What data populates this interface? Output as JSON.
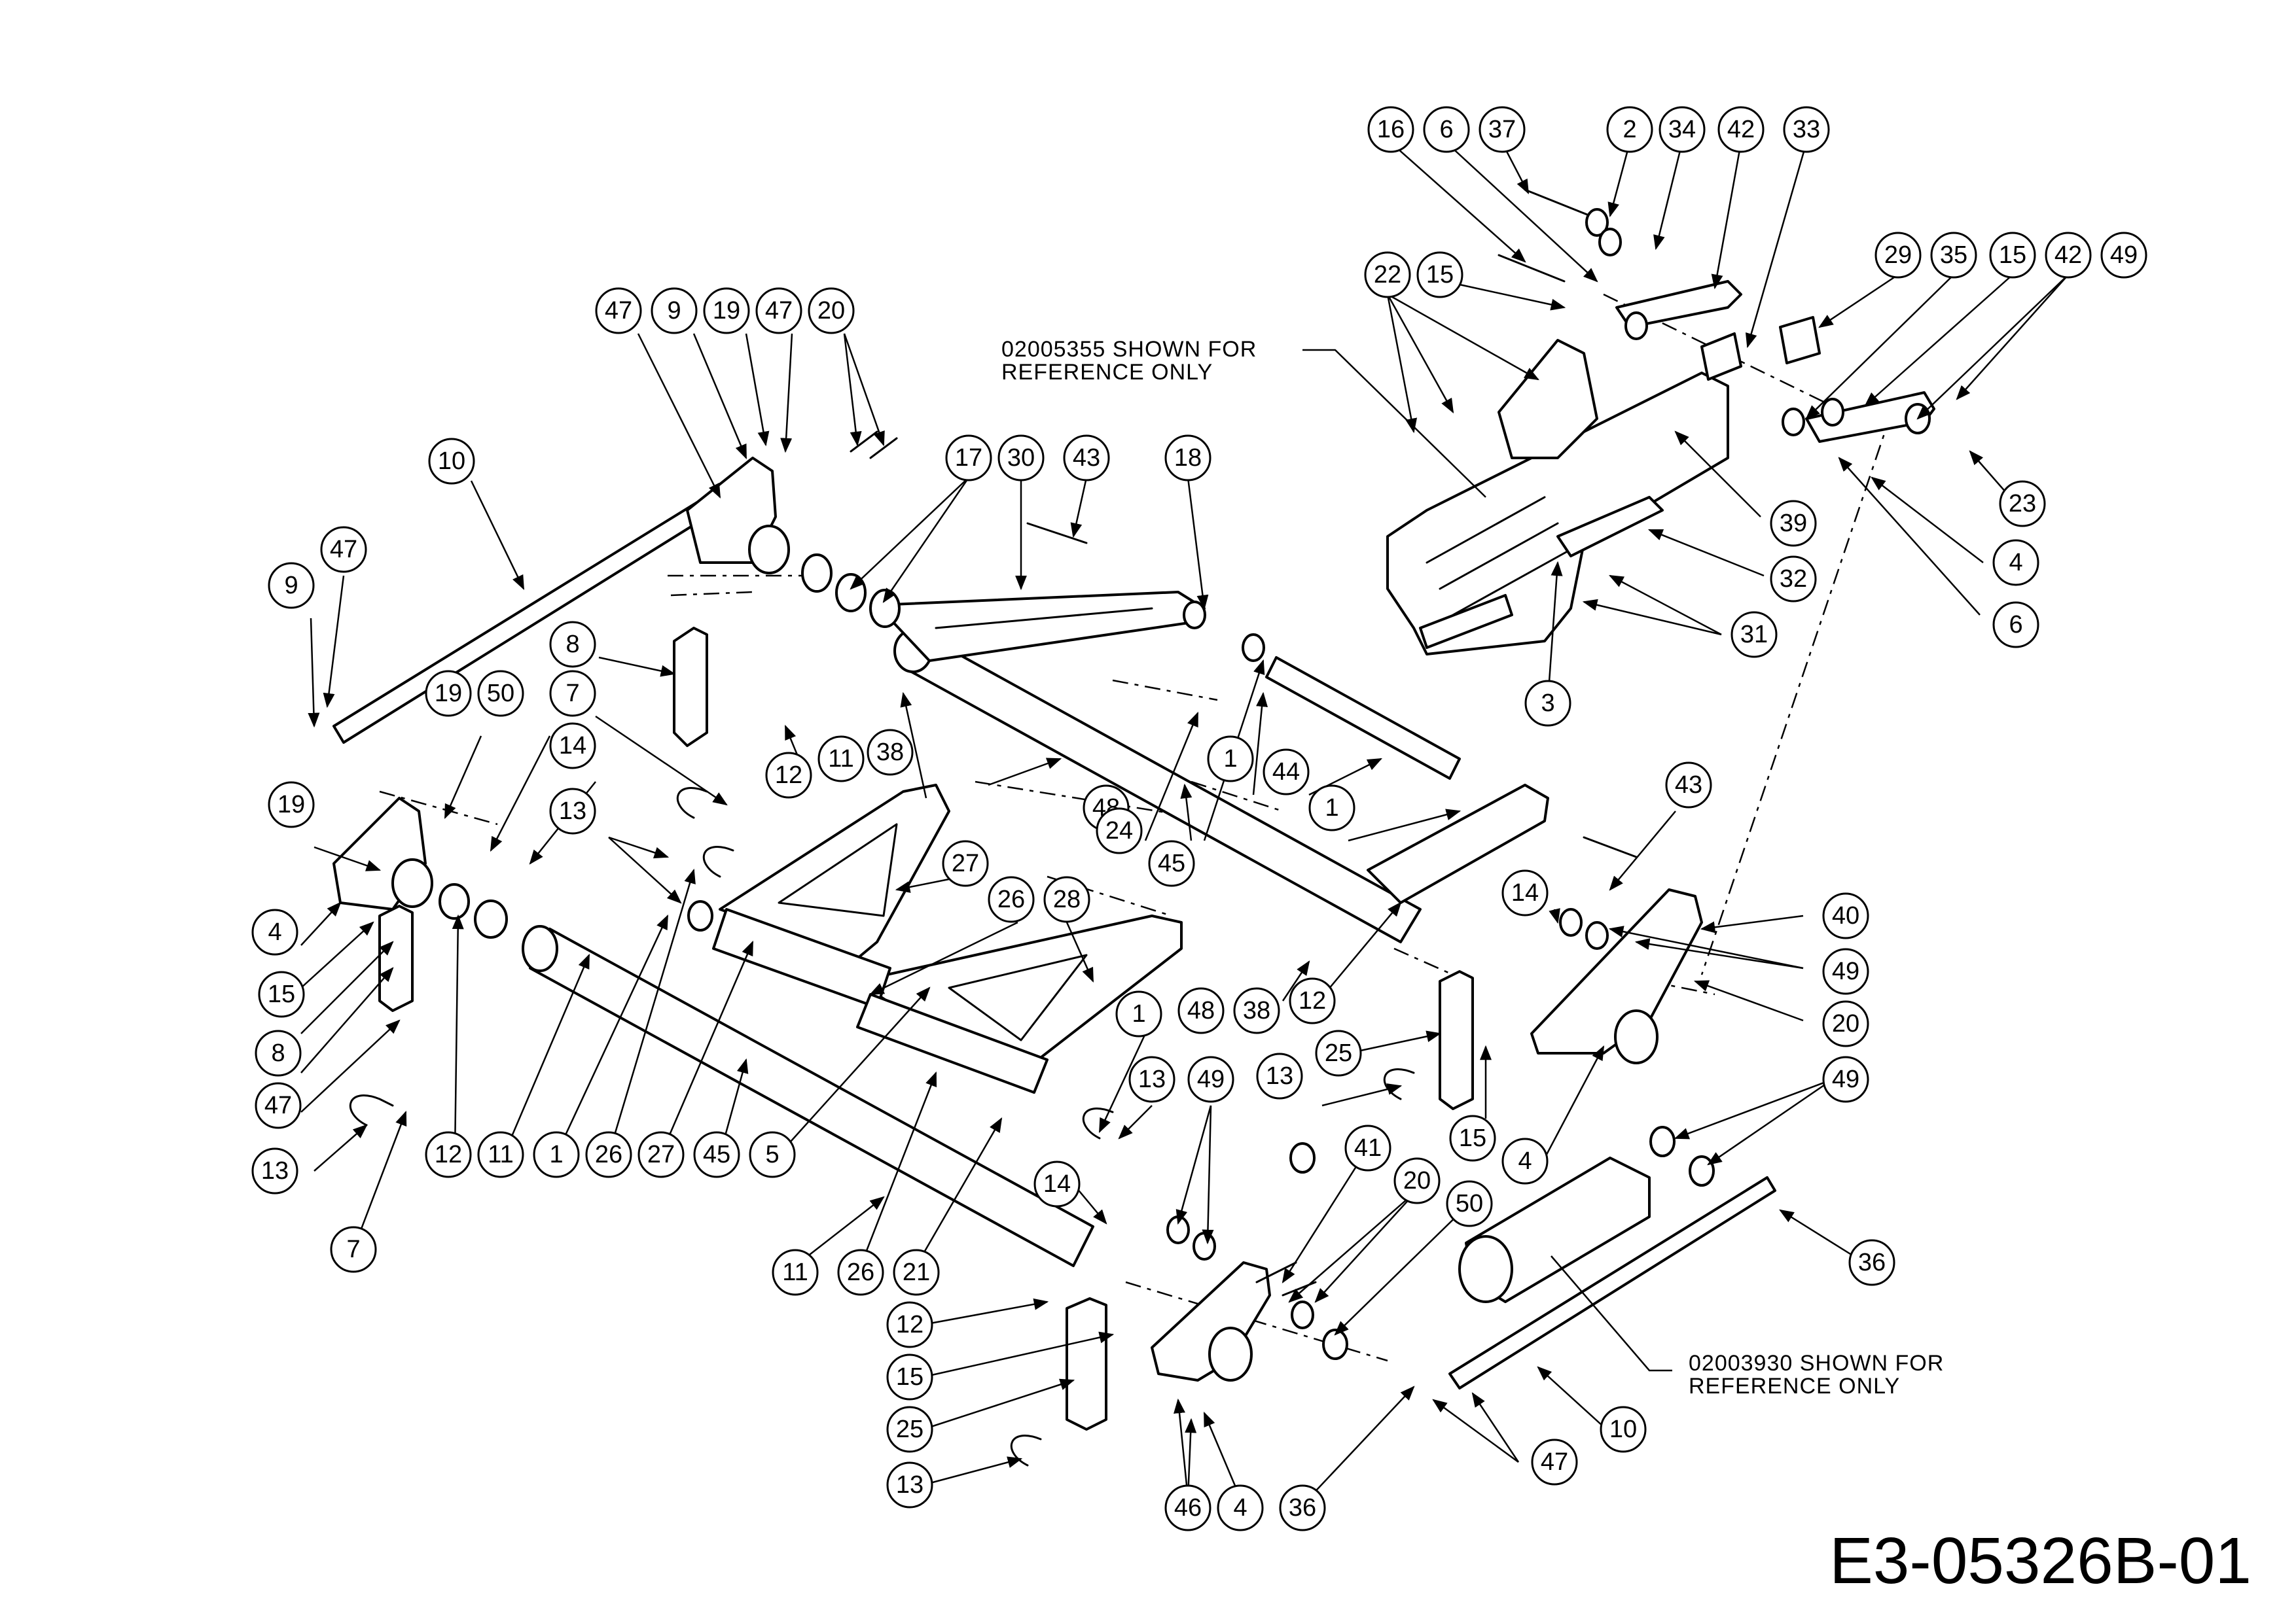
{
  "drawing_number": "E3-05326B-01",
  "notes": [
    {
      "id": "note-upper",
      "lines": [
        "02005355 SHOWN FOR",
        "REFERENCE ONLY"
      ]
    },
    {
      "id": "note-lower",
      "lines": [
        "02003930 SHOWN FOR",
        "REFERENCE ONLY"
      ]
    }
  ],
  "callouts": [
    {
      "label": "16"
    },
    {
      "label": "6"
    },
    {
      "label": "37"
    },
    {
      "label": "2"
    },
    {
      "label": "34"
    },
    {
      "label": "42"
    },
    {
      "label": "33"
    },
    {
      "label": "22"
    },
    {
      "label": "15"
    },
    {
      "label": "29"
    },
    {
      "label": "35"
    },
    {
      "label": "15"
    },
    {
      "label": "42"
    },
    {
      "label": "49"
    },
    {
      "label": "23"
    },
    {
      "label": "4"
    },
    {
      "label": "6"
    },
    {
      "label": "39"
    },
    {
      "label": "32"
    },
    {
      "label": "31"
    },
    {
      "label": "3"
    },
    {
      "label": "47"
    },
    {
      "label": "9"
    },
    {
      "label": "19"
    },
    {
      "label": "47"
    },
    {
      "label": "20"
    },
    {
      "label": "10"
    },
    {
      "label": "17"
    },
    {
      "label": "30"
    },
    {
      "label": "43"
    },
    {
      "label": "18"
    },
    {
      "label": "9"
    },
    {
      "label": "47"
    },
    {
      "label": "8"
    },
    {
      "label": "7"
    },
    {
      "label": "19"
    },
    {
      "label": "50"
    },
    {
      "label": "14"
    },
    {
      "label": "19"
    },
    {
      "label": "12"
    },
    {
      "label": "11"
    },
    {
      "label": "38"
    },
    {
      "label": "1"
    },
    {
      "label": "44"
    },
    {
      "label": "1"
    },
    {
      "label": "48"
    },
    {
      "label": "24"
    },
    {
      "label": "45"
    },
    {
      "label": "43"
    },
    {
      "label": "13"
    },
    {
      "label": "27"
    },
    {
      "label": "26"
    },
    {
      "label": "28"
    },
    {
      "label": "4"
    },
    {
      "label": "15"
    },
    {
      "label": "8"
    },
    {
      "label": "47"
    },
    {
      "label": "14"
    },
    {
      "label": "40"
    },
    {
      "label": "49"
    },
    {
      "label": "20"
    },
    {
      "label": "1"
    },
    {
      "label": "48"
    },
    {
      "label": "38"
    },
    {
      "label": "12"
    },
    {
      "label": "25"
    },
    {
      "label": "13"
    },
    {
      "label": "13"
    },
    {
      "label": "49"
    },
    {
      "label": "13"
    },
    {
      "label": "12"
    },
    {
      "label": "11"
    },
    {
      "label": "1"
    },
    {
      "label": "26"
    },
    {
      "label": "27"
    },
    {
      "label": "45"
    },
    {
      "label": "5"
    },
    {
      "label": "15"
    },
    {
      "label": "4"
    },
    {
      "label": "49"
    },
    {
      "label": "7"
    },
    {
      "label": "14"
    },
    {
      "label": "41"
    },
    {
      "label": "20"
    },
    {
      "label": "50"
    },
    {
      "label": "36"
    },
    {
      "label": "11"
    },
    {
      "label": "26"
    },
    {
      "label": "21"
    },
    {
      "label": "12"
    },
    {
      "label": "15"
    },
    {
      "label": "25"
    },
    {
      "label": "10"
    },
    {
      "label": "47"
    },
    {
      "label": "13"
    },
    {
      "label": "46"
    },
    {
      "label": "4"
    },
    {
      "label": "36"
    }
  ]
}
